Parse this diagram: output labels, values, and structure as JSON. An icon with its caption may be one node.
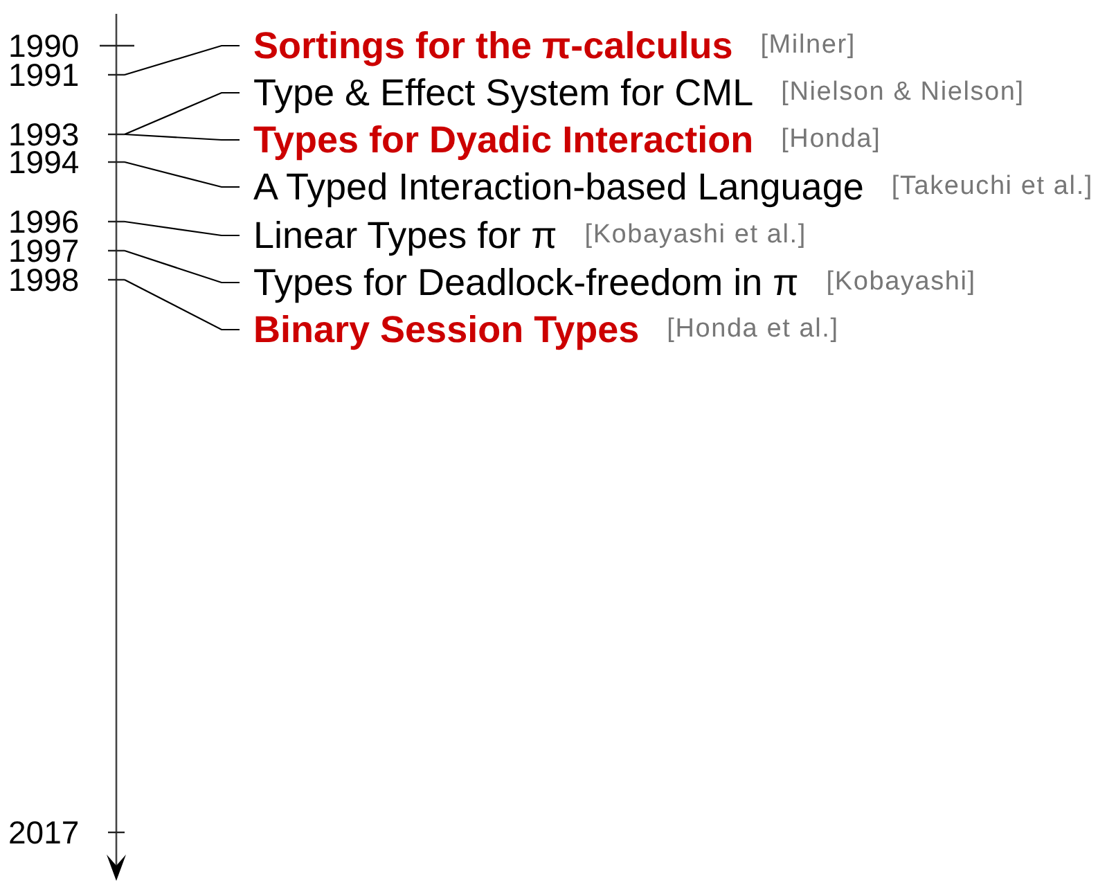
{
  "diagram": {
    "nodes": [
      {
        "text": [
          "1990"
        ]
      },
      {
        "text": [
          "1991"
        ]
      },
      {
        "text": [
          "1993"
        ]
      },
      {
        "text": [
          "1994"
        ]
      },
      {
        "text": [
          "1996"
        ]
      },
      {
        "text": [
          "1997"
        ]
      },
      {
        "text": [
          "1998"
        ]
      },
      {
        "text": [
          "2017"
        ]
      },
      {
        "text": [
          "Sortings for the π-calculus"
        ],
        "beside": [
          "[Milner]"
        ]
      },
      {
        "text": [
          "Type & Effect System for CML"
        ],
        "beside": [
          "[Nielson & Nielson]"
        ]
      },
      {
        "text": [
          "Types for Dyadic Interaction"
        ],
        "beside": [
          "[Honda]"
        ]
      },
      {
        "text": [
          "A Typed Interaction-based Language"
        ],
        "beside": [
          "[Takeuchi et al.]"
        ]
      },
      {
        "text": [
          "Linear Types for π"
        ],
        "beside": [
          "[Kobayashi et al.]"
        ]
      },
      {
        "text": [
          "Types for Deadlock-freedom in π"
        ],
        "beside": [
          "[Kobayashi]"
        ]
      },
      {
        "text": [
          "Binary Session Types"
        ],
        "beside": [
          "[Honda et al.]"
        ]
      }
    ],
    "edges": [
      {
        "from": 1,
        "to": 8,
        "arrow": "none"
      },
      {
        "from": 2,
        "to": 9,
        "arrow": "none"
      },
      {
        "from": 2,
        "to": 10,
        "arrow": "none"
      },
      {
        "from": 3,
        "to": 11,
        "arrow": "none"
      },
      {
        "from": 4,
        "to": 12,
        "arrow": "none"
      },
      {
        "from": 5,
        "to": 13,
        "arrow": "none"
      },
      {
        "from": 6,
        "to": 14,
        "arrow": "none"
      }
    ]
  }
}
